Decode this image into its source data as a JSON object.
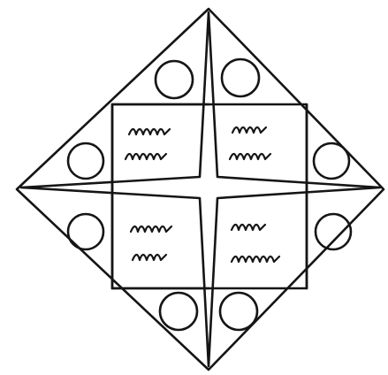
{
  "figure": {
    "subject": "diamond-symbol",
    "ink_color": "#151515",
    "background": "#ffffff",
    "circle_count": 8,
    "water_panel_count": 4,
    "wave_rows_per_panel": 2
  }
}
